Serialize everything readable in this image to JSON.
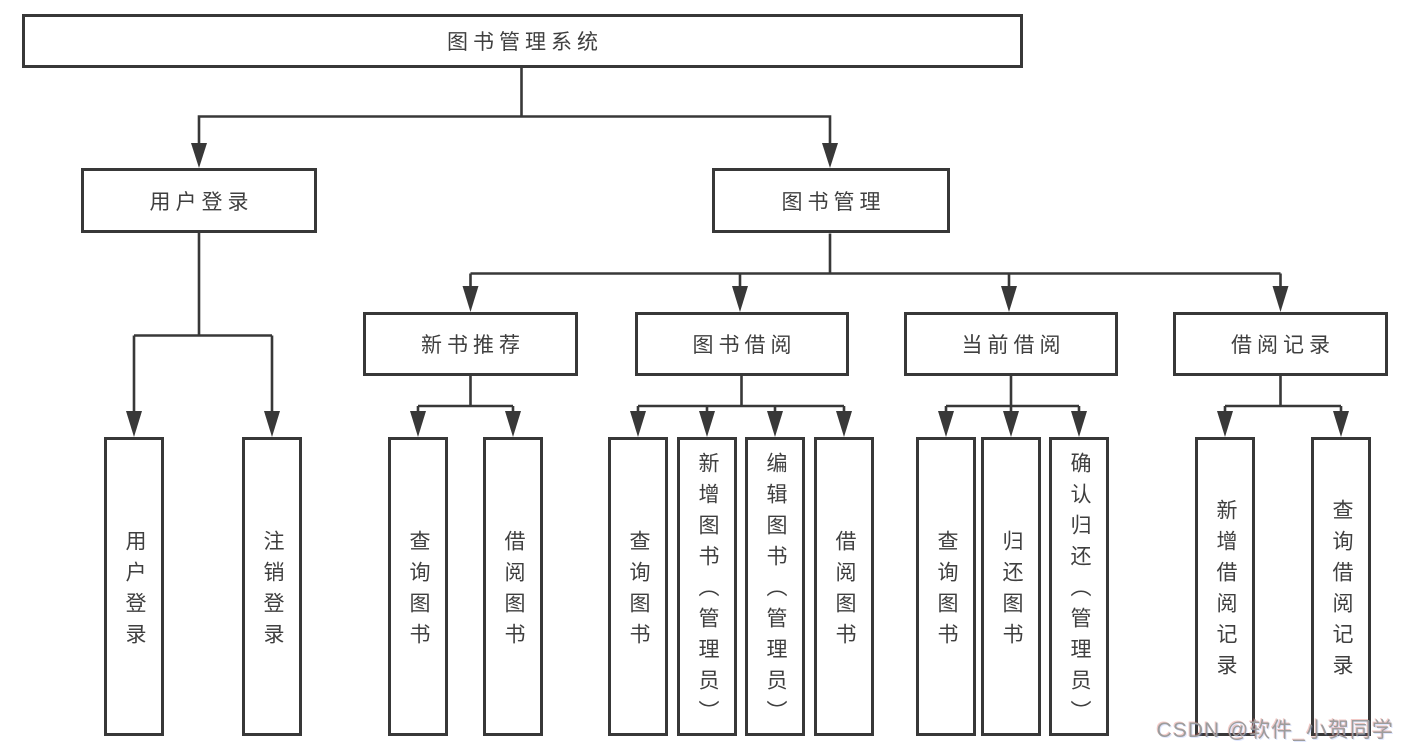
{
  "nodes": {
    "root": {
      "label": "图书管理系统"
    },
    "user_login": {
      "label": "用户登录"
    },
    "book_mgmt": {
      "label": "图书管理"
    },
    "new_book_rec": {
      "label": "新书推荐"
    },
    "book_borrow": {
      "label": "图书借阅"
    },
    "current_borrow": {
      "label": "当前借阅"
    },
    "borrow_records": {
      "label": "借阅记录"
    },
    "leaf_user_login": {
      "label": "用户登录"
    },
    "leaf_logout": {
      "label": "注销登录"
    },
    "leaf_nb_query": {
      "label": "查询图书"
    },
    "leaf_nb_borrow": {
      "label": "借阅图书"
    },
    "leaf_bb_query": {
      "label": "查询图书"
    },
    "leaf_bb_add": {
      "label": "新增图书（管理员）"
    },
    "leaf_bb_edit": {
      "label": "编辑图书（管理员）"
    },
    "leaf_bb_borrow": {
      "label": "借阅图书"
    },
    "leaf_cb_query": {
      "label": "查询图书"
    },
    "leaf_cb_return": {
      "label": "归还图书"
    },
    "leaf_cb_confirm": {
      "label": "确认归还（管理员）"
    },
    "leaf_br_add": {
      "label": "新增借阅记录"
    },
    "leaf_br_query": {
      "label": "查询借阅记录"
    }
  },
  "watermark": {
    "text": "CSDN @软件_小贺同学",
    "color": "#9c9c9c"
  },
  "colors": {
    "line": "#383838",
    "text": "#3f3f3f",
    "background": "#ffffff"
  }
}
